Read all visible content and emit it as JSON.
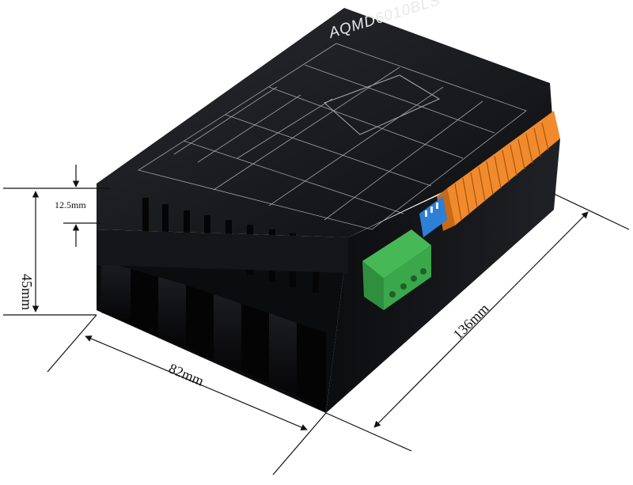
{
  "product": {
    "model": "AQMD6010BLS"
  },
  "dimensions": {
    "fin_spacing": "12.5mm",
    "height": "45mm",
    "width": "82mm",
    "length": "136mm"
  },
  "colors": {
    "body": "#1b1c1f",
    "top_panel": "#0e0f11",
    "heatsink": "#101113",
    "terminal_orange": "#f08a2c",
    "terminal_green": "#3aa84a",
    "dip_switch": "#2e7fd6",
    "dimension_lines": "#111111"
  }
}
